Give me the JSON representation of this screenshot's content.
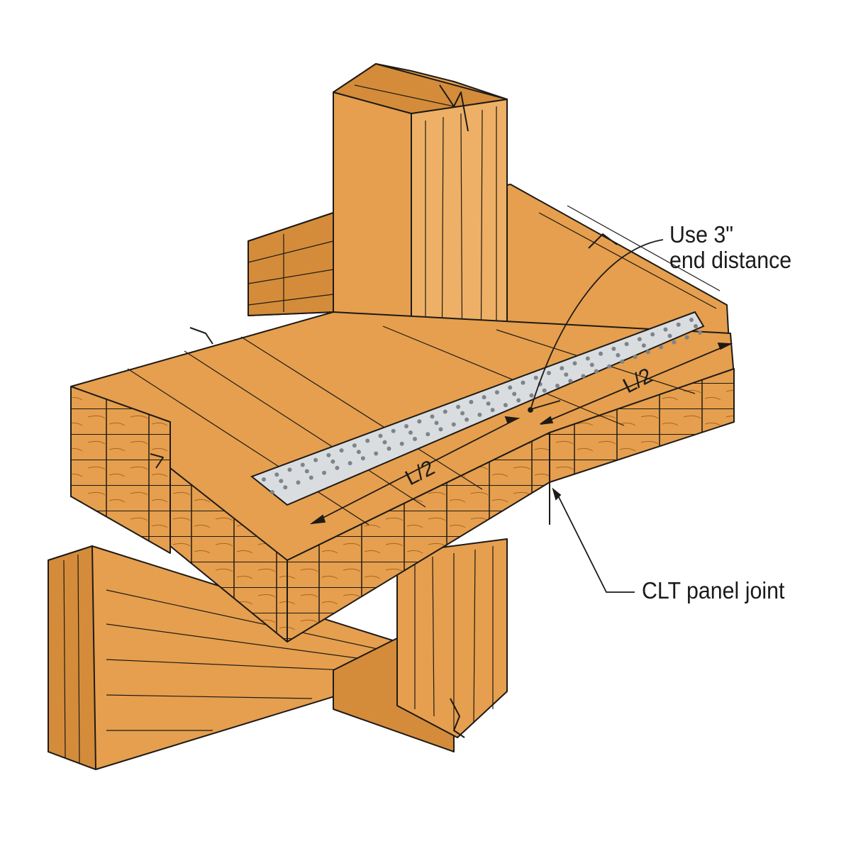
{
  "diagram": {
    "callouts": {
      "end_distance_line1": "Use 3\"",
      "end_distance_line2": "end distance",
      "panel_joint": "CLT panel joint"
    },
    "dimensions": {
      "left": "L/2",
      "right": "L/2"
    },
    "colors": {
      "wood": "#E59F4E",
      "wood_dark": "#D48C3A",
      "wood_light": "#EDB066",
      "line": "#1e1a16",
      "strap": "#D9DDE0",
      "strap_hole": "#7d848a",
      "bearing_plate": "#a7a9ab"
    }
  }
}
